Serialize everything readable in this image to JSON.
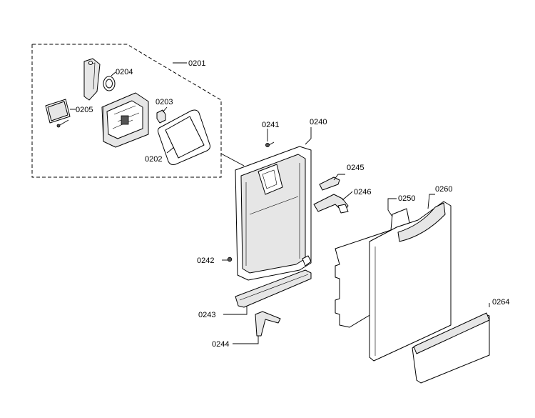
{
  "diagram": {
    "callouts": {
      "c0201": "0201",
      "c0202": "0202",
      "c0203": "0203",
      "c0204": "0204",
      "c0205": "0205",
      "c0240": "0240",
      "c0241": "0241",
      "c0242": "0242",
      "c0243": "0243",
      "c0244": "0244",
      "c0245": "0245",
      "c0246": "0246",
      "c0250": "0250",
      "c0260": "0260",
      "c0264": "0264"
    }
  }
}
